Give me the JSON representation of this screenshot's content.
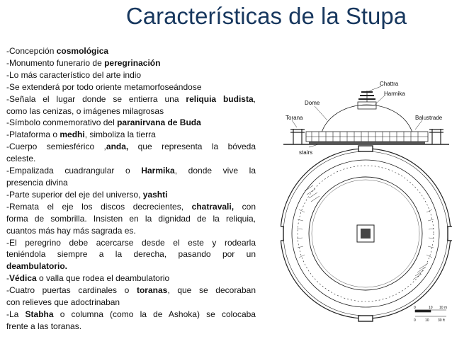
{
  "title": "Características de la Stupa",
  "lines": [
    {
      "segments": [
        {
          "t": "-Concepción "
        },
        {
          "t": "cosmológica",
          "b": true
        }
      ]
    },
    {
      "segments": [
        {
          "t": "-Monumento funerario de "
        },
        {
          "t": "peregrinación",
          "b": true
        }
      ]
    },
    {
      "segments": [
        {
          "t": "-Lo más característico del arte indio"
        }
      ]
    },
    {
      "segments": [
        {
          "t": "-Se extenderá por todo oriente metamorfoseándose"
        }
      ]
    },
    {
      "justify": true,
      "segments": [
        {
          "t": "-Señala el lugar donde se entierra una "
        },
        {
          "t": "reliquia budista",
          "b": true
        },
        {
          "t": ","
        }
      ]
    },
    {
      "segments": [
        {
          "t": "como las cenizas, o imágenes milagrosas"
        }
      ]
    },
    {
      "segments": [
        {
          "t": "-Símbolo conmemorativo del "
        },
        {
          "t": "paranirvana de Buda",
          "b": true
        }
      ]
    },
    {
      "segments": [
        {
          "t": "-Plataforma o "
        },
        {
          "t": "medhi",
          "b": true
        },
        {
          "t": ", simboliza la tierra"
        }
      ]
    },
    {
      "justify": true,
      "segments": [
        {
          "t": "-Cuerpo semiesférico ,"
        },
        {
          "t": "anda,",
          "b": true
        },
        {
          "t": " que representa la bóveda"
        }
      ]
    },
    {
      "segments": [
        {
          "t": "celeste."
        }
      ]
    },
    {
      "justify": true,
      "segments": [
        {
          "t": "-Empalizada cuadrangular o "
        },
        {
          "t": "Harmika",
          "b": true
        },
        {
          "t": ", donde vive la"
        }
      ]
    },
    {
      "segments": [
        {
          "t": "presencia divina"
        }
      ]
    },
    {
      "segments": [
        {
          "t": "-Parte superior del eje del universo, "
        },
        {
          "t": "yashti",
          "b": true
        }
      ]
    },
    {
      "justify": true,
      "segments": [
        {
          "t": "-Remata el eje los discos decrecientes, "
        },
        {
          "t": "chatravali,",
          "b": true
        },
        {
          "t": " con"
        }
      ]
    },
    {
      "justify": true,
      "segments": [
        {
          "t": "forma de sombrilla. Insisten en la dignidad de la reliquia,"
        }
      ]
    },
    {
      "segments": [
        {
          "t": "cuantos más hay más sagrada es."
        }
      ]
    },
    {
      "justify": true,
      "segments": [
        {
          "t": "-El peregrino debe acercarse desde el este y rodearla"
        }
      ]
    },
    {
      "justify": true,
      "segments": [
        {
          "t": "teniéndola siempre a la derecha, pasando por un"
        }
      ]
    },
    {
      "segments": [
        {
          "t": "deambulatorio.",
          "b": true
        }
      ]
    },
    {
      "segments": [
        {
          "t": "-"
        },
        {
          "t": "Védica",
          "b": true
        },
        {
          "t": " o valla que rodea el deambulatorio"
        }
      ]
    },
    {
      "justify": true,
      "segments": [
        {
          "t": "-Cuatro puertas cardinales o "
        },
        {
          "t": "toranas",
          "b": true
        },
        {
          "t": ", que se decoraban"
        }
      ]
    },
    {
      "segments": [
        {
          "t": "con relieves que adoctrinaban"
        }
      ]
    },
    {
      "justify": true,
      "segments": [
        {
          "t": "-La "
        },
        {
          "t": "Stabha",
          "b": true
        },
        {
          "t": " o columna (como la de Ashoka) se colocaba"
        }
      ]
    },
    {
      "segments": [
        {
          "t": "frente a las toranas."
        }
      ]
    }
  ],
  "diagram": {
    "labels": {
      "chattra": "Chattra",
      "harmika": "Harmika",
      "dome": "Dome",
      "torana": "Torana",
      "balustrade": "Balustrade",
      "stairs": "stairs"
    },
    "scale": {
      "zero": "0",
      "mid": "10",
      "end": "10 m",
      "zero_b": "0",
      "mid_b": "10",
      "end_b": "30 ft"
    }
  }
}
